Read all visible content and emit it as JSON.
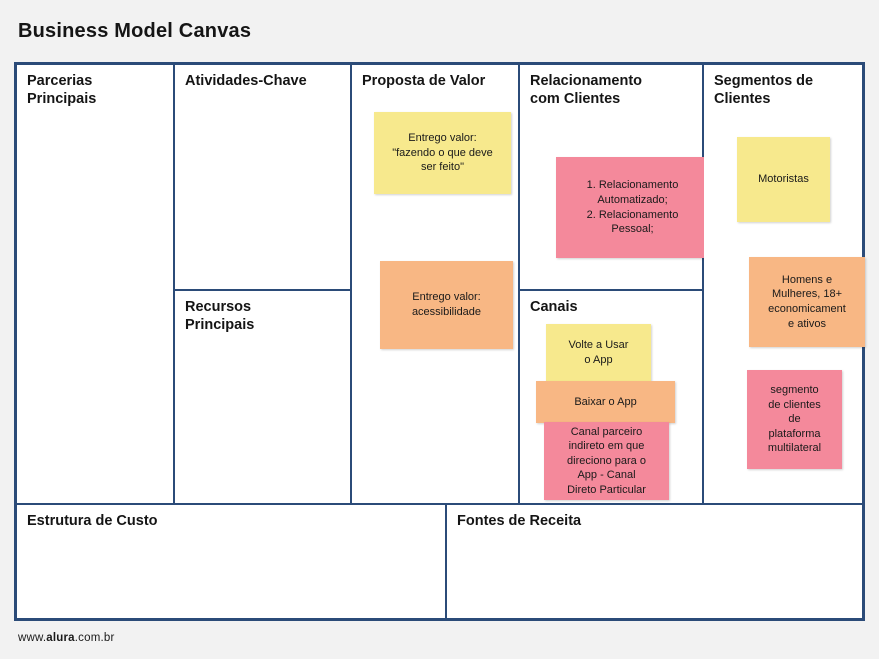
{
  "page": {
    "title": "Business Model Canvas",
    "background_color": "#f2f2f2",
    "frame_border_color": "#2b4b78"
  },
  "colors": {
    "note_yellow": "#f7e98d",
    "note_orange": "#f8b784",
    "note_pink": "#f4899b",
    "border": "#2b4b78",
    "text": "#151515"
  },
  "canvas": {
    "blocks": [
      {
        "key": "parcerias",
        "title": "Parcerias\nPrincipais",
        "notes": []
      },
      {
        "key": "atividades",
        "title": "Atividades-Chave",
        "notes": []
      },
      {
        "key": "recursos",
        "title": "Recursos\nPrincipais",
        "notes": []
      },
      {
        "key": "proposta",
        "title": "Proposta de Valor",
        "notes": [
          {
            "text": "Entrego valor:\n\"fazendo o que deve\nser feito\"",
            "color": "yellow"
          },
          {
            "text": "Entrego valor:\nacessibilidade",
            "color": "orange"
          }
        ]
      },
      {
        "key": "relacionamento",
        "title": "Relacionamento\ncom Clientes",
        "notes": [
          {
            "text": "1. Relacionamento\nAutomatizado;\n2. Relacionamento\nPessoal;",
            "color": "pink"
          }
        ]
      },
      {
        "key": "canais",
        "title": "Canais",
        "notes": [
          {
            "text": "Volte a Usar\no App",
            "color": "yellow"
          },
          {
            "text": "Baixar o App",
            "color": "orange"
          },
          {
            "text": "Canal parceiro\nindireto em que\ndireciono para o\nApp - Canal\nDireto Particular",
            "color": "pink"
          }
        ]
      },
      {
        "key": "segmentos",
        "title": "Segmentos de\nClientes",
        "notes": [
          {
            "text": "Motoristas",
            "color": "yellow"
          },
          {
            "text": "Homens e\nMulheres, 18+\neconomicament\ne ativos",
            "color": "orange"
          },
          {
            "text": "segmento\nde clientes\nde\nplataforma\nmultilateral",
            "color": "pink"
          }
        ]
      },
      {
        "key": "estrutura_custo",
        "title": "Estrutura de Custo",
        "notes": []
      },
      {
        "key": "fontes_receita",
        "title": "Fontes de Receita",
        "notes": []
      }
    ]
  },
  "footer": {
    "url_prefix": "www.",
    "url_brand": "alura",
    "url_suffix": ".com.br"
  }
}
